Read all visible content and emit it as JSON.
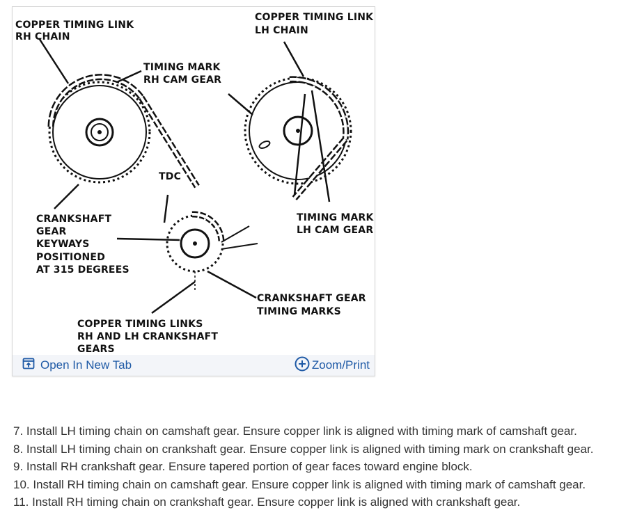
{
  "diagram": {
    "labels": {
      "copper_rh_1": "COPPER TIMING LINK",
      "copper_rh_2": "RH CHAIN",
      "copper_lh_1": "COPPER TIMING LINK",
      "copper_lh_2": "LH CHAIN",
      "mark_rh_1": "TIMING MARK",
      "mark_rh_2": "RH CAM GEAR",
      "tdc": "TDC",
      "crank_1": "CRANKSHAFT",
      "crank_2": "GEAR",
      "crank_3": "KEYWAYS",
      "crank_4": "POSITIONED",
      "crank_5": "AT 315 DEGREES",
      "mark_lh_1": "TIMING MARK",
      "mark_lh_2": "LH CAM GEAR",
      "crank_marks_1": "CRANKSHAFT GEAR",
      "crank_marks_2": "TIMING MARKS",
      "copper_both_1": "COPPER TIMING LINKS",
      "copper_both_2": "RH AND LH CRANKSHAFT",
      "copper_both_3": "GEARS"
    }
  },
  "toolbar": {
    "open_label": "Open In New Tab",
    "open_icon": "open-new-tab-icon",
    "zoom_label": "Zoom/Print",
    "zoom_icon": "plus-circle-icon",
    "accent": "#1f5aa6"
  },
  "steps": [
    {
      "num": "7.",
      "text": "Install LH timing chain on camshaft gear. Ensure copper link is aligned with timing mark of camshaft gear."
    },
    {
      "num": "8.",
      "text": "Install LH timing chain on crankshaft gear. Ensure copper link is aligned with timing mark on crankshaft gear."
    },
    {
      "num": "9.",
      "text": "Install RH crankshaft gear. Ensure tapered portion of gear faces toward engine block."
    },
    {
      "num": "10.",
      "text": "Install RH timing chain on camshaft gear. Ensure copper link is aligned with timing mark of camshaft gear."
    },
    {
      "num": "11.",
      "text": "Install RH timing chain on crankshaft gear. Ensure copper link is aligned with crankshaft gear."
    }
  ]
}
